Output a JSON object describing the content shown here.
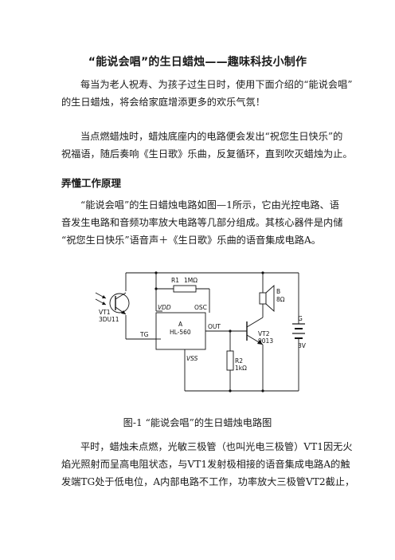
{
  "title": "“能说会唱”的生日蜡烛——趣味科技小制作",
  "intro": {
    "line1": "每当为老人祝寿、为孩子过生日时，使用下面介绍的“能说会唱”",
    "line2": "的生日蜡烛，将会给家庭增添更多的欢乐气氛！"
  },
  "para2": {
    "line1": "当点燃蜡烛时，蜡烛底座内的电路便会发出“祝您生日快乐”的",
    "line2": "祝福语，随后奏响《生日歌》乐曲，反复循环，直到吹灭蜡烛为止。"
  },
  "section_heading": "弄懂工作原理",
  "para3": {
    "line1": "“能说会唱”的生日蜡烛电路如图—1所示，它由光控电路、语",
    "line2": "音发生电路和音频功率放大电路等几部分组成。其核心器件是内储",
    "line3": "“祝您生日快乐”语音声＋《生日歌》乐曲的语音集成电路A。"
  },
  "circuit": {
    "r1": "R1",
    "r1_value": "1MΩ",
    "vt1": "VT1",
    "vt1_model": "3DU11",
    "vdd": "VDD",
    "osc": "OSC",
    "chip": "A",
    "chip_model": "HL-560",
    "out": "OUT",
    "tg": "TG",
    "vss": "VSS",
    "vt2": "VT2",
    "vt2_model": "9013",
    "speaker": "B",
    "speaker_value": "8Ω",
    "battery": "G",
    "battery_value": "3V",
    "r2": "R2",
    "r2_value": "1kΩ"
  },
  "caption": "图-1 “能说会唱”的生日蜡烛电路图",
  "para4": {
    "line1": "平时，蜡烛未点燃，光敏三极管（也叫光电三极管）VT1因无火",
    "line2": "焰光照射而呈高电阻状态，与VT1发射极相接的语音集成电路A的触",
    "line3": "发端TG处于低电位，A内部电路不工作，功率放大三极管VT2截止，"
  }
}
